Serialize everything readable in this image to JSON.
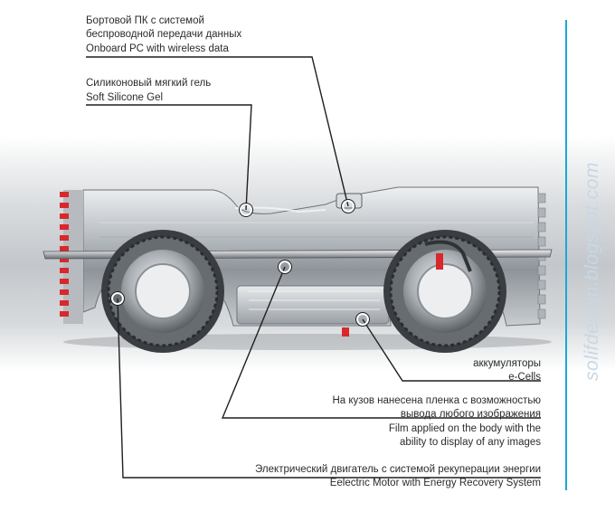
{
  "labels": {
    "onboard_pc_ru_1": "Бортовой ПК с системой",
    "onboard_pc_ru_2": "беспроводной передачи данных",
    "onboard_pc_en": "Onboard PC with wireless data",
    "gel_ru": "Силиконовый мягкий гель",
    "gel_en": "Soft Silicone Gel",
    "cells_ru": "аккумуляторы",
    "cells_en": "e-Cells",
    "film_ru_1": "На кузов нанесена пленка с возможностью",
    "film_ru_2": "вывода любого изображения",
    "film_en_1": "Film applied on the body with the",
    "film_en_2": "ability to display of any images",
    "motor_ru": "Электрический двигатель с системой рекуперации энергии",
    "motor_en": "Eelectric Motor with Energy Recovery System"
  },
  "watermark": "solifdesign.blogspot.com",
  "colors": {
    "accent_line": "#17a9d6",
    "grille_red": "#d8282b",
    "watermark": "#c6d8e6"
  }
}
